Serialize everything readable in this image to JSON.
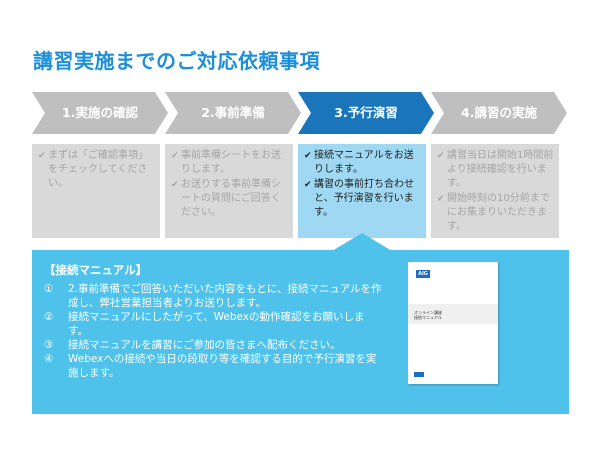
{
  "title": "講習実施までのご対応依頼事項",
  "steps": [
    {
      "label": "1.実施の確認"
    },
    {
      "label": "2.事前準備"
    },
    {
      "label": "3.予行演習"
    },
    {
      "label": "4.講習の実施"
    }
  ],
  "cards": [
    {
      "items": [
        "まずは「ご確認事項」をチェックしてください。"
      ]
    },
    {
      "items": [
        "事前準備シートをお送りします。",
        "お送りする事前準備シートの質問にご回答ください。"
      ]
    },
    {
      "items": [
        "接続マニュアルをお送りします。",
        "講習の事前打ち合わせと、予行演習を行います。"
      ]
    },
    {
      "items": [
        "講習当日は開始1時間前より接続確認を行います。",
        "開始時刻の10分前までにお集まりいただきます。"
      ]
    }
  ],
  "panel": {
    "heading": "【接続マニュアル】",
    "items": [
      {
        "num": "①",
        "text": "2.事前準備でご回答いただいた内容をもとに、接続マニュアルを作成し、弊社営業担当者よりお送りします。"
      },
      {
        "num": "②",
        "text": "接続マニュアルにしたがって、Webexの動作確認をお願いします。"
      },
      {
        "num": "③",
        "text": "接続マニュアルを講習にご参加の皆さまへ配布ください。"
      },
      {
        "num": "④",
        "text": "Webexへの接続や当日の段取り等を確認する目的で予行演習を実施します。"
      }
    ]
  },
  "document": {
    "logo": "AIG",
    "title_line1": "オンライン講座",
    "title_line2": "接続マニュアル"
  },
  "colors": {
    "title": "#1c8fd8",
    "step_inactive": "#bfbfbf",
    "step_active": "#1b75bb",
    "card_inactive": "#d9d9d9",
    "card_active": "#9fd8f3",
    "panel": "#4fc2ec"
  },
  "icons": {
    "check": "check-icon"
  }
}
